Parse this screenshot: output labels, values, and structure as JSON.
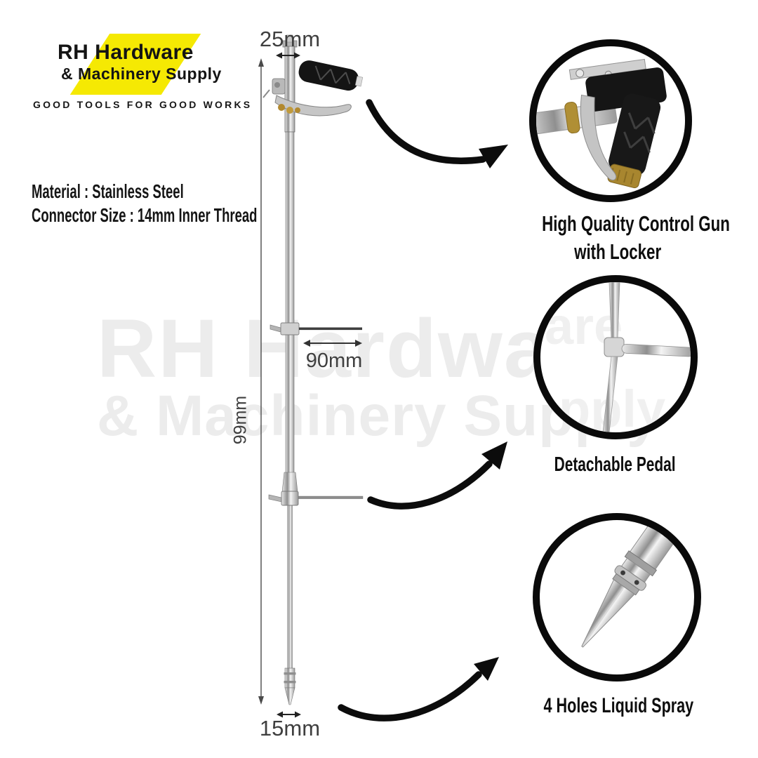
{
  "brand": {
    "name_line1": "RH Hardware",
    "name_line2": "& Machinery Supply",
    "tagline": "GOOD TOOLS FOR GOOD WORKS",
    "logo_color": "#f5e903"
  },
  "specs": {
    "material": "Material : Stainless Steel",
    "connector_size": "Connector Size : 14mm Inner Thread"
  },
  "product": {
    "name": "stainless steel spray lance with control gun",
    "dimensions": {
      "handle_width": "25mm",
      "pedal_length": "90mm",
      "shaft_length": "99mm",
      "tip_width": "15mm"
    }
  },
  "callouts": [
    {
      "title_line1": "High Quality Control Gun",
      "title_line2": "with Locker"
    },
    {
      "title_line1": "Detachable Pedal",
      "title_line2": "",
      "watermark_fragment_1": "are",
      "watermark_fragment_2": "pply"
    },
    {
      "title_line1": "4 Holes Liquid Spray",
      "title_line2": ""
    }
  ],
  "watermark": {
    "line1": "RH Hardware",
    "line2": "& Machinery Supply"
  },
  "colors": {
    "brand_yellow": "#f5e903",
    "text_black": "#111111",
    "dimension_gray": "#3f3f3f",
    "watermark_gray": "#ececec",
    "arrow_black": "#0c0c0c",
    "brass": "#b2892f"
  }
}
